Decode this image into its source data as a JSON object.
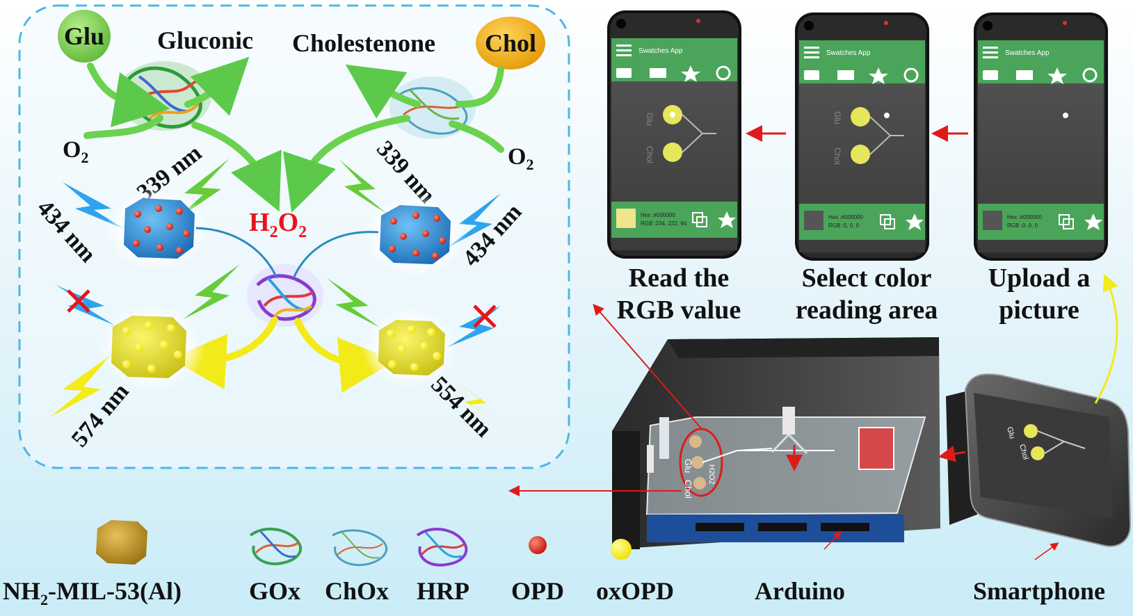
{
  "reaction": {
    "glu": "Glu",
    "chol": "Chol",
    "gluconic": "Gluconic",
    "cholestenone": "Cholestenone",
    "o2_left": "O",
    "o2_right": "O",
    "o2_sub": "2",
    "h2o2_h": "H",
    "h2o2_o": "O",
    "h2o2_sub": "2",
    "wl_339_left": "339 nm",
    "wl_339_right": "339 nm",
    "wl_434_left": "434 nm",
    "wl_434_right": "434 nm",
    "wl_574": "574 nm",
    "wl_554": "554 nm"
  },
  "phones": [
    {
      "app_title": "Swatches App",
      "label_glu": "Glu",
      "label_chol": "Chol",
      "hex": "Hex :#000000",
      "rgb": "RGB :234, 222, 94",
      "caption_line1": "Read the",
      "caption_line2": "RGB value",
      "swatch_color": "#efe58c"
    },
    {
      "app_title": "Swatches App",
      "label_glu": "Glu",
      "label_chol": "Chol",
      "hex": "Hex :#000000",
      "rgb": "RGB :0,  0, 0",
      "caption_line1": "Select color",
      "caption_line2": "reading area",
      "swatch_color": "#555555"
    },
    {
      "app_title": "Swatches App",
      "hex": "Hex :#000000",
      "rgb": "RGB :0,  0, 0",
      "caption_line1": "Upload a",
      "caption_line2": "picture",
      "swatch_color": "#555555"
    }
  ],
  "device": {
    "chip_glu": "Glu",
    "chip_chol": "Chol",
    "chip_h2o2": "H2O2",
    "phone_glu": "Glu",
    "phone_chol": "Chol"
  },
  "legend": {
    "mof_main": "NH",
    "mof_sub": "2",
    "mof_rest": "-MIL-53(Al)",
    "gox": "GOx",
    "chox": "ChOx",
    "hrp": "HRP",
    "opd": "OPD",
    "oxopd": "oxOPD",
    "arduino": "Arduino",
    "smartphone": "Smartphone"
  },
  "colors": {
    "glu_bubble": "#8cd36a",
    "chol_bubble": "#f5b51a",
    "h2o2": "#e8141a",
    "mof_blue": "#2f8fd6",
    "mof_yellow": "#e6e13a",
    "app_green": "#4aa55a",
    "arrow_red": "#e01a1a"
  }
}
